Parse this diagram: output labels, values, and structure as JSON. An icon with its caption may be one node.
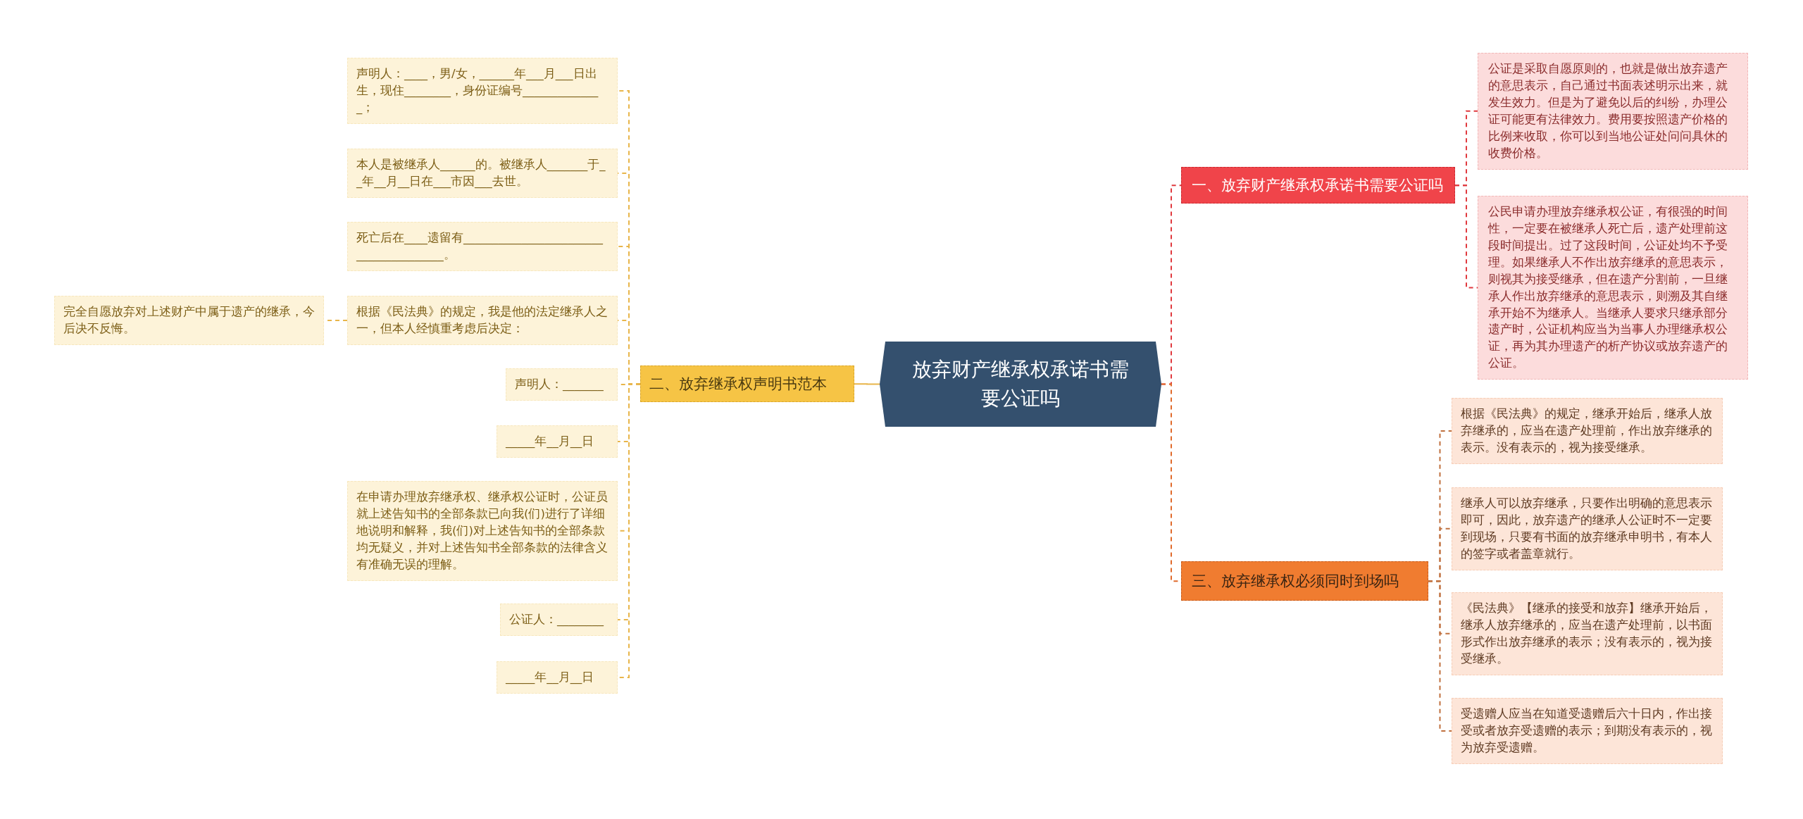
{
  "diagram": {
    "nodes": [
      {
        "text": [
          "放弃财产继承权承诺书需要公证吗"
        ]
      },
      {
        "text": [
          "一、放弃财产继承权承诺书需要公证吗"
        ]
      },
      {
        "text": [
          "公证是采取自愿原则的，也就是做出放弃遗产的意思表示，自己通过书面表述明示出来，就发生效力。但是为了避免以后的纠纷，办理公证可能更有法律效力。费用要按照遗产价格的比例来收取，你可以到当地公证处问问具休的收费价格。"
        ]
      },
      {
        "text": [
          "公民申请办理放弃继承权公证，有很强的时间性，一定要在被继承人死亡后，遗产处理前这段时间提出。过了这段时间，公证处均不予受理。如果继承人不作出放弃继承的意思表示，则视其为接受继承，但在遗产分割前，一旦继承人作出放弃继承的意思表示，则溯及其自继承开始不为继承人。当继承人要求只继承部分遗产时，公证机构应当为当事人办理继承权公证，再为其办理遗产的析产协议或放弃遗产的公证。"
        ]
      },
      {
        "text": [
          "三、放弃继承权必须同时到场吗"
        ]
      },
      {
        "text": [
          "根据《民法典》的规定，继承开始后，继承人放弃继承的，应当在遗产处理前，作出放弃继承的表示。没有表示的，视为接受继承。"
        ]
      },
      {
        "text": [
          "继承人可以放弃继承，只要作出明确的意思表示即可，因此，放弃遗产的继承人公证时不一定要到现场，只要有书面的放弃继承申明书，有本人的签字或者盖章就行。"
        ]
      },
      {
        "text": [
          "《民法典》【继承的接受和放弃】继承开始后，继承人放弃继承的，应当在遗产处理前，以书面形式作出放弃继承的表示；没有表示的，视为接受继承。"
        ]
      },
      {
        "text": [
          "受遗赠人应当在知道受遗赠后六十日内，作出接受或者放弃受遗赠的表示；到期没有表示的，视为放弃受遗赠。"
        ]
      },
      {
        "text": [
          "二、放弃继承权声明书范本"
        ]
      },
      {
        "text": [
          "声明人：____，男/女，______年___月___日出生，现住________，身份证编号______________；"
        ]
      },
      {
        "text": [
          "本人是被继承人______的。被继承人_______于__年__月__日在___市因___去世。"
        ]
      },
      {
        "text": [
          "死亡后在____遗留有_______________________________________。"
        ]
      },
      {
        "text": [
          "根据《民法典》的规定，我是他的法定继承人之一，但本人经慎重考虑后决定："
        ]
      },
      {
        "text": [
          "完全自愿放弃对上述财产中属于遗产的继承，今后决不反悔。"
        ]
      },
      {
        "text": [
          "声明人：_______"
        ]
      },
      {
        "text": [
          "_____年__月__日"
        ]
      },
      {
        "text": [
          "在申请办理放弃继承权、继承权公证时，公证员就上述告知书的全部条款已向我(们)进行了详细地说明和解释，我(们)对上述告知书的全部条款均无疑义，并对上述告知书全部条款的法律含义有准确无误的理解。"
        ]
      },
      {
        "text": [
          "公证人：________"
        ]
      },
      {
        "text": [
          "_____年__月__日"
        ]
      }
    ],
    "edges": [
      {
        "from": 0,
        "to": 1,
        "arrow": "none",
        "style": "dashed",
        "color": "#e0393e"
      },
      {
        "from": 1,
        "to": 2,
        "arrow": "none",
        "style": "dashed",
        "color": "#e0393e"
      },
      {
        "from": 1,
        "to": 3,
        "arrow": "none",
        "style": "dashed",
        "color": "#e0393e"
      },
      {
        "from": 0,
        "to": 4,
        "arrow": "none",
        "style": "dashed",
        "color": "#e06a2b"
      },
      {
        "from": 4,
        "to": 5,
        "arrow": "none",
        "style": "dashed",
        "color": "#c0703e"
      },
      {
        "from": 4,
        "to": 6,
        "arrow": "none",
        "style": "dashed",
        "color": "#c0703e"
      },
      {
        "from": 4,
        "to": 7,
        "arrow": "none",
        "style": "dashed",
        "color": "#c0703e"
      },
      {
        "from": 4,
        "to": 8,
        "arrow": "none",
        "style": "dashed",
        "color": "#c0703e"
      },
      {
        "from": 0,
        "to": 9,
        "arrow": "none"
      },
      {
        "from": 9,
        "to": 10,
        "arrow": "none",
        "style": "dashed"
      },
      {
        "from": 9,
        "to": 11,
        "arrow": "none",
        "style": "dashed"
      },
      {
        "from": 9,
        "to": 12,
        "arrow": "none",
        "style": "dashed"
      },
      {
        "from": 9,
        "to": 13,
        "arrow": "none",
        "style": "dashed"
      },
      {
        "from": 13,
        "to": 14,
        "arrow": "none",
        "style": "dashed"
      },
      {
        "from": 9,
        "to": 15,
        "arrow": "none",
        "style": "dashed"
      },
      {
        "from": 9,
        "to": 16,
        "arrow": "none",
        "style": "dashed"
      },
      {
        "from": 9,
        "to": 17,
        "arrow": "none",
        "style": "dashed"
      },
      {
        "from": 9,
        "to": 18,
        "arrow": "none",
        "style": "dashed"
      },
      {
        "from": 9,
        "to": 19,
        "arrow": "none",
        "style": "dashed"
      }
    ]
  }
}
